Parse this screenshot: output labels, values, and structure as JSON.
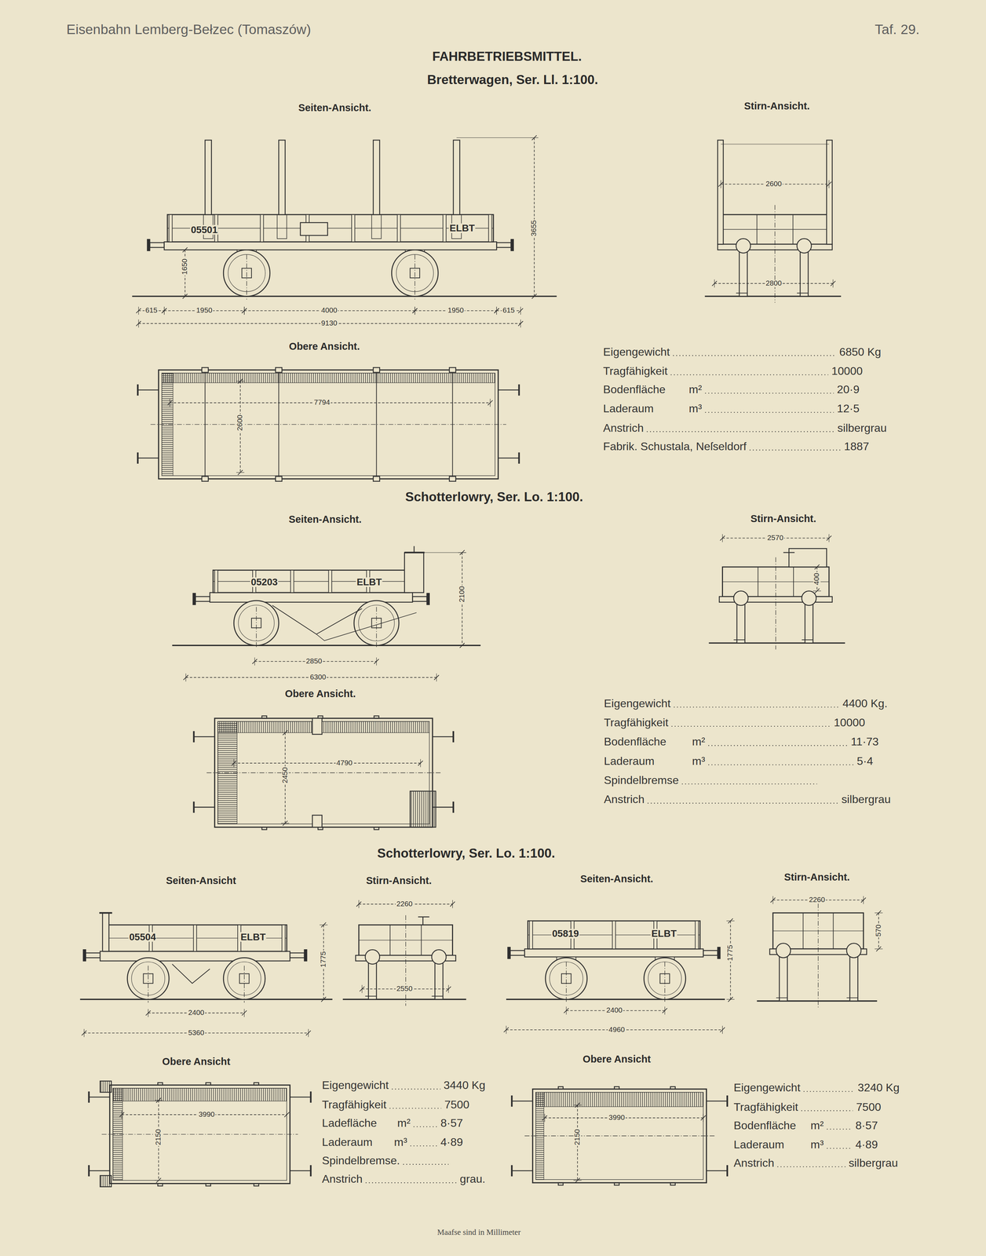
{
  "diagram": {
    "title": "FAHRBETRIEBSMITTEL.",
    "labels": [
      "Eisenbahn Lemberg-Bełzec (Tomaszów)",
      "Taf. 29.",
      "Bretterwagen, Ser. Ll. 1:100.",
      "Seiten-Ansicht.",
      "Stirn-Ansicht.",
      "05501",
      "ELBT",
      "1650",
      "3655",
      "615",
      "1950",
      "4000",
      "1950",
      "615",
      "9130",
      "2600",
      "2800",
      "Obere Ansicht.",
      "7794",
      "2600",
      "Eigengewicht",
      "6850 Kg",
      "Tragfähigkeit",
      "10000",
      "Bodenfläche",
      "m²",
      "20·9",
      "Laderaum",
      "m³",
      "12·5",
      "Anstrich",
      "silbergrau",
      "Fabrik. Schustala, Neſseldorf",
      "1887",
      "Schotterlowry, Ser. Lo. 1:100.",
      "Seiten-Ansicht.",
      "Stirn-Ansicht.",
      "05203",
      "ELBT",
      "2100",
      "2850",
      "6300",
      "2570",
      "400",
      "Obere Ansicht.",
      "4790",
      "2450",
      "Eigengewicht",
      "4400 Kg.",
      "Tragfähigkeit",
      "10000",
      "Bodenfläche",
      "m²",
      "11·73",
      "Laderaum",
      "m³",
      "5·4",
      "Spindelbremse",
      "Anstrich",
      "silbergrau",
      "Schotterlowry, Ser. Lo. 1:100.",
      "Seiten-Ansicht",
      "Stirn-Ansicht.",
      "Seiten-Ansicht.",
      "Stirn-Ansicht.",
      "05504",
      "ELBT",
      "1775",
      "2400",
      "5360",
      "2260",
      "2550",
      "05819",
      "ELBT",
      "1775",
      "2400",
      "4960",
      "2260",
      "570",
      "Obere Ansicht",
      "3990",
      "2150",
      "Eigengewicht",
      "3440 Kg",
      "Tragfähigkeit",
      "7500",
      "Ladefläche",
      "m²",
      "8·57",
      "Laderaum",
      "m³",
      "4·89",
      "Spindelbremse.",
      "Anstrich",
      "grau.",
      "Obere Ansicht",
      "3990",
      "2150",
      "Eigengewicht",
      "3240 Kg",
      "Tragfähigkeit",
      "7500",
      "Bodenfläche",
      "m²",
      "8·57",
      "Laderaum",
      "m³",
      "4·89",
      "Anstrich",
      "silbergrau",
      "Maafse sind in Millimeter"
    ]
  }
}
